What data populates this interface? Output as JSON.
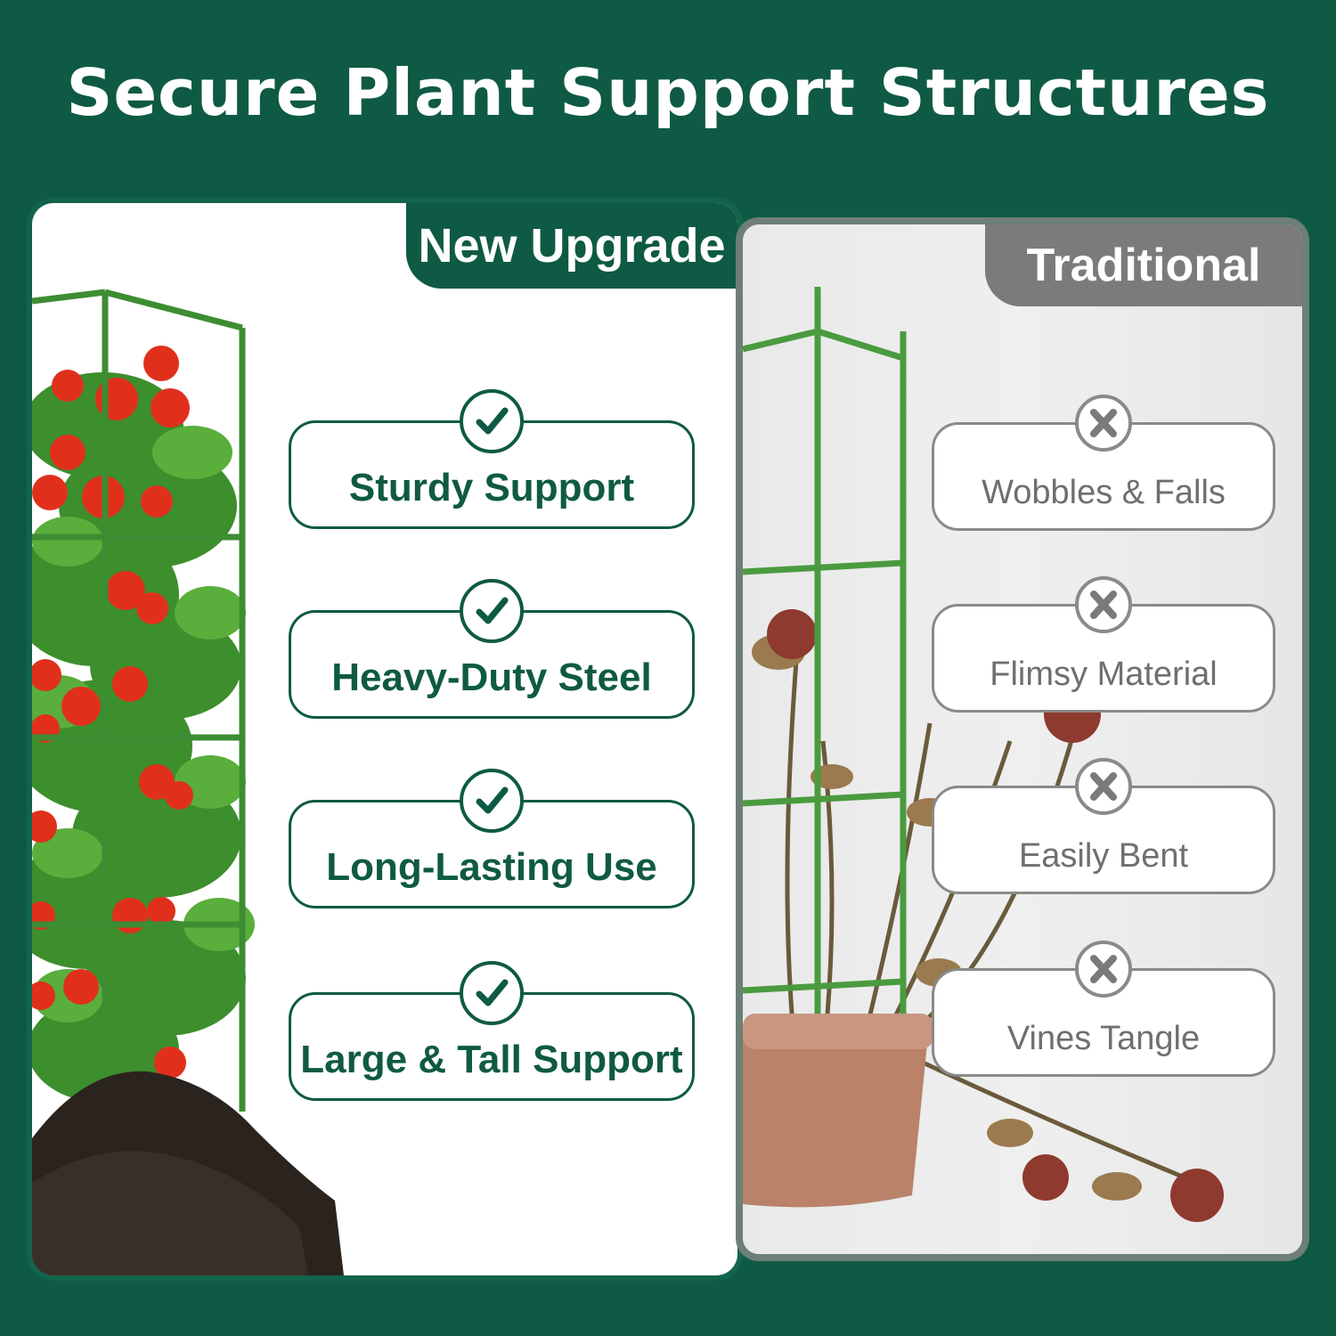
{
  "header": {
    "title": "Secure Plant Support Structures"
  },
  "new_card": {
    "tab_label": "New Upgrade",
    "features": [
      "Sturdy Support",
      "Heavy-Duty Steel",
      "Long-Lasting Use",
      "Large & Tall Support"
    ]
  },
  "old_card": {
    "tab_label": "Traditional",
    "features": [
      "Wobbles & Falls",
      "Flimsy Material",
      "Easily Bent",
      "Vines Tangle"
    ]
  },
  "colors": {
    "background": "#0f5a44",
    "accent_green": "#0f5a44",
    "neutral_gray": "#7b7b7b",
    "tomato_red": "#e0301c"
  },
  "icons": {
    "good": "checkmark-icon",
    "bad": "x-mark-icon"
  }
}
